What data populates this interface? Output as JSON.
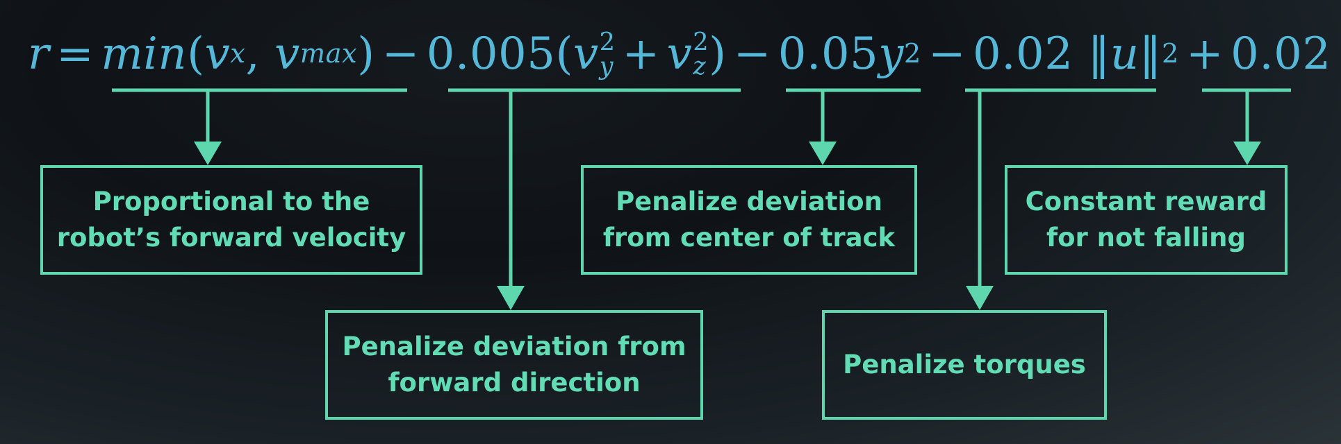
{
  "formula": {
    "r": "r",
    "eq": "=",
    "min": "min",
    "open": "(",
    "v": "v",
    "x": "x",
    "comma": ",",
    "max": "max",
    "close": ")",
    "minus": "−",
    "plus": "+",
    "c1": "0.005",
    "y": "y",
    "z": "z",
    "sq": "2",
    "c2": "0.05",
    "c3": "0.02",
    "norm_open": "‖",
    "u": "u",
    "norm_close": "‖",
    "c4": "0.02"
  },
  "boxes": {
    "forward_velocity": {
      "line1": "Proportional to the",
      "line2": "robot’s forward velocity"
    },
    "center_track": {
      "line1": "Penalize deviation",
      "line2": "from center of track"
    },
    "constant_reward": {
      "line1": "Constant reward",
      "line2": "for not falling"
    },
    "forward_direction": {
      "line1": "Penalize deviation from",
      "line2": "forward direction"
    },
    "torques": {
      "line1": "Penalize torques"
    }
  },
  "colors": {
    "background": "#12171b",
    "formula": "#56b8d9",
    "accent": "#5ed6ae"
  }
}
